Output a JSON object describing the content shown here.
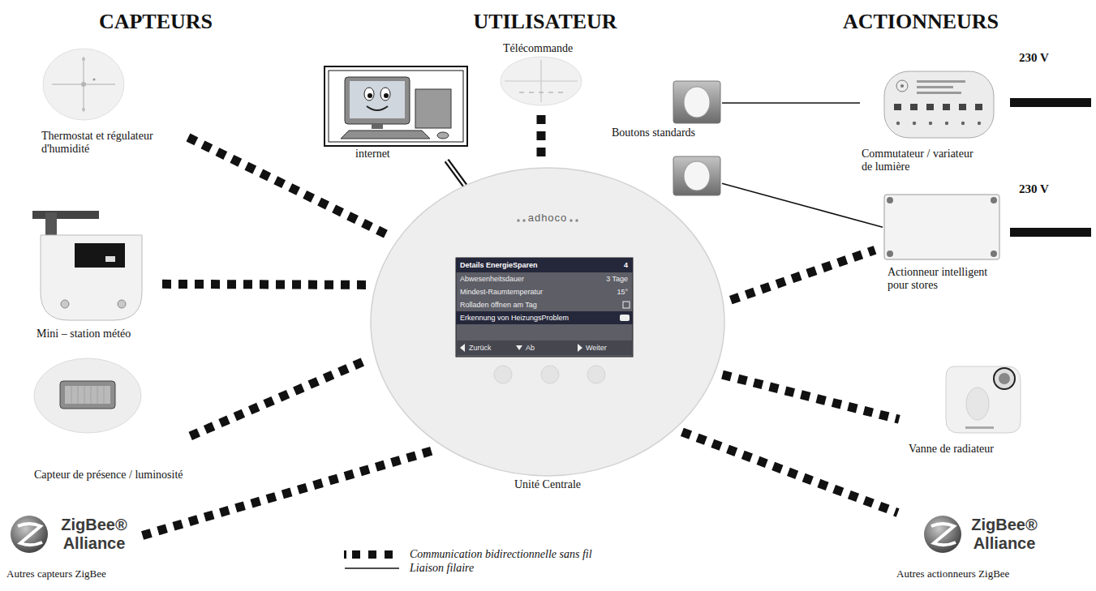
{
  "diagram": {
    "nodes": [
      {
        "text": [
          "Thermostat et régulateur d'humidité"
        ]
      },
      {
        "text": [
          "Télécommande"
        ]
      },
      {
        "text": [
          "internet"
        ]
      },
      {
        "text": [
          "Boutons standards"
        ]
      },
      {
        "text": [
          "Commutateur / variateur de lumière"
        ]
      },
      {
        "text": [
          "Mini – station météo"
        ]
      },
      {
        "text": [
          "adhoco",
          "Unité Centrale"
        ]
      },
      {
        "text": [
          "Details EnergieSparen",
          "4",
          "Abwesenheitsdauer",
          "3 Tage",
          "Mindest-Raumtemperatur",
          "15°",
          "Rolladen öffnen am Tag",
          "Erkennung von HeizungsProblem",
          "Zurück",
          "Ab",
          "Weiter"
        ],
        "in": 6
      },
      {
        "text": [
          "Actionneur intelligent pour stores"
        ]
      },
      {
        "text": [
          "Capteur de présence / luminosité"
        ]
      },
      {
        "text": [
          "Vanne de radiateur"
        ]
      },
      {
        "text": [
          "ZigBee® Alliance",
          "Autres capteurs ZigBee"
        ]
      },
      {
        "text": [
          "ZigBee® Alliance",
          "Autres actionneurs ZigBee"
        ]
      }
    ],
    "edges": [
      {
        "from": 0,
        "to": 6,
        "arrow": "none"
      },
      {
        "from": 5,
        "to": 6,
        "arrow": "none"
      },
      {
        "from": 9,
        "to": 6,
        "arrow": "none"
      },
      {
        "from": 11,
        "to": 6,
        "arrow": "none"
      },
      {
        "from": 1,
        "to": 6,
        "arrow": "none"
      },
      {
        "from": 2,
        "to": 6,
        "arrow": "none"
      },
      {
        "from": 3,
        "to": 4,
        "arrow": "none"
      },
      {
        "from": 3,
        "to": 8,
        "arrow": "none"
      },
      {
        "from": 6,
        "to": 8,
        "arrow": "none"
      },
      {
        "from": 6,
        "to": 10,
        "arrow": "none"
      },
      {
        "from": 6,
        "to": 12,
        "arrow": "none"
      }
    ],
    "labels": [
      "CAPTEURS",
      "UTILISATEUR",
      "ACTIONNEURS",
      "230 V",
      "230 V"
    ],
    "legend": [
      {
        "text": "Communication bidirectionnelle sans fil"
      },
      {
        "text": "Liaison filaire"
      }
    ]
  }
}
